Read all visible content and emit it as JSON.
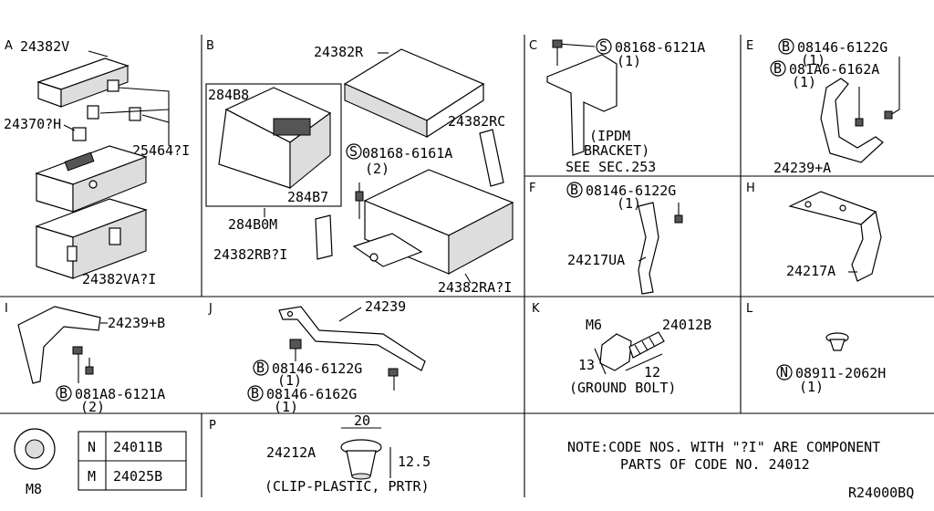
{
  "sections": {
    "A": {
      "letter": "A",
      "labels": {
        "p24382V": "24382V",
        "p24370": "24370?H",
        "p25464": "25464?I",
        "p24382VA": "24382VA?I"
      }
    },
    "B": {
      "letter": "B",
      "labels": {
        "p24382R": "24382R",
        "p284B8": "284B8",
        "p24382RC": "24382RC",
        "bolt": "08168-6161A",
        "bolt_qty": "(2)",
        "p284B7": "284B7",
        "p284B0M": "284B0M",
        "p24382RB": "24382RB?I",
        "p24382RA": "24382RA?I"
      }
    },
    "C": {
      "letter": "C",
      "labels": {
        "bolt": "08168-6121A",
        "bolt_qty": "(1)",
        "ipdm1": "(IPDM",
        "ipdm2": "BRACKET)",
        "see": "SEE SEC.253"
      }
    },
    "E": {
      "letter": "E",
      "labels": {
        "bolt1": "08146-6122G",
        "bolt1_qty": "(1)",
        "bolt2": "081A6-6162A",
        "bolt2_qty": "(1)",
        "part": "24239+A"
      }
    },
    "F": {
      "letter": "F",
      "labels": {
        "bolt": "08146-6122G",
        "bolt_qty": "(1)",
        "part": "24217UA"
      }
    },
    "H": {
      "letter": "H",
      "labels": {
        "part": "24217A"
      }
    },
    "I": {
      "letter": "I",
      "labels": {
        "part": "24239+B",
        "bolt": "081A8-6121A",
        "bolt_qty": "(2)"
      }
    },
    "J": {
      "letter": "J",
      "labels": {
        "part": "24239",
        "bolt1": "08146-6122G",
        "bolt1_qty": "(1)",
        "bolt2": "08146-6162G",
        "bolt2_qty": "(1)"
      }
    },
    "K": {
      "letter": "K",
      "labels": {
        "m6": "M6",
        "part": "24012B",
        "d13": "13",
        "d12": "12",
        "caption": "(GROUND BOLT)"
      }
    },
    "L": {
      "letter": "L",
      "labels": {
        "nut": "08911-2062H",
        "nut_qty": "(1)"
      }
    },
    "M8": {
      "label": "M8",
      "table": [
        {
          "size": "N",
          "code": "24011B"
        },
        {
          "size": "M",
          "code": "24025B"
        }
      ]
    },
    "P": {
      "letter": "P",
      "labels": {
        "part": "24212A",
        "d20": "20",
        "d125": "12.5",
        "caption": "(CLIP-PLASTIC, PRTR)"
      }
    }
  },
  "prefix_symbols": {
    "S": "S",
    "B": "B",
    "N": "N"
  },
  "note": {
    "line1": "NOTE:CODE NOS. WITH \"?I\" ARE COMPONENT",
    "line2": "PARTS OF CODE NO. 24012"
  },
  "diagram_code": "R24000BQ"
}
